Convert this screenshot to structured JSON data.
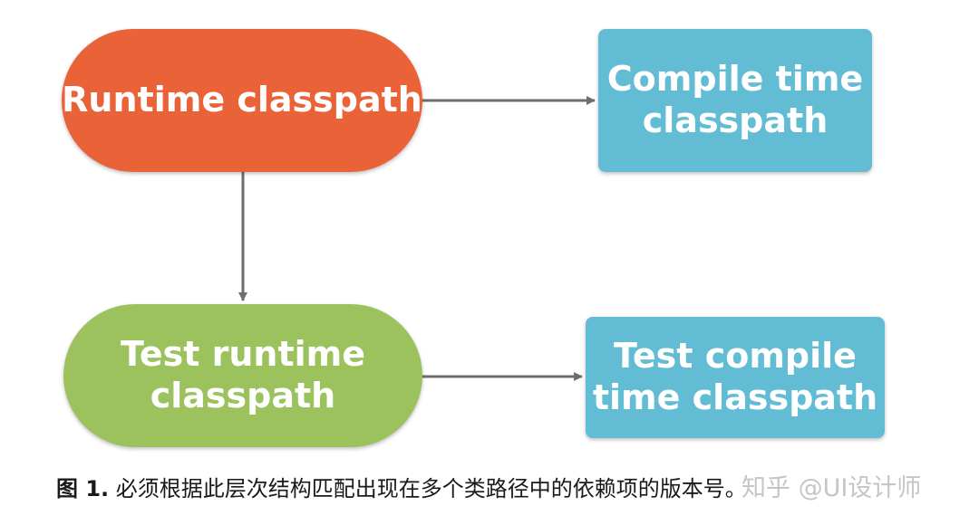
{
  "colors": {
    "runtime_fill": "#EA6338",
    "test_runtime_fill": "#9BC25D",
    "compile_fill": "#62BCD4",
    "arrow": "#6E6E6E",
    "text": "#FFFFFF"
  },
  "nodes": {
    "runtime": {
      "label": "Runtime classpath"
    },
    "compile": {
      "label": "Compile time\nclasspath"
    },
    "test_runtime": {
      "label": "Test runtime\nclasspath"
    },
    "test_compile": {
      "label": "Test compile\ntime classpath"
    }
  },
  "edges": [
    {
      "from": "runtime",
      "to": "compile"
    },
    {
      "from": "runtime",
      "to": "test_runtime"
    },
    {
      "from": "test_runtime",
      "to": "test_compile"
    }
  ],
  "caption": {
    "figure_label": "图 1.",
    "text": " 必须根据此层次结构匹配出现在多个类路径中的依赖项的版本号。"
  },
  "watermark": "知乎 @UI设计师"
}
